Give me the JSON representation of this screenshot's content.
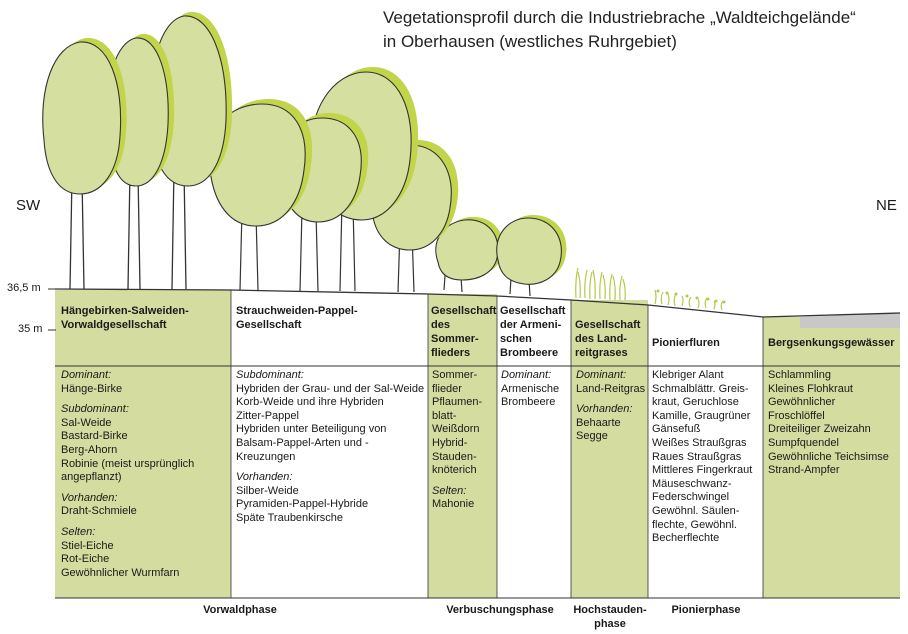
{
  "title": {
    "line1": "Vegetationsprofil durch die Industriebrache „Waldteichgelände“",
    "line2": "in Oberhausen (westliches Ruhrgebiet)"
  },
  "directions": {
    "west": "SW",
    "east": "NE"
  },
  "altitudes": {
    "upper": "36,5 m",
    "lower": "35 m"
  },
  "columns": [
    {
      "heading": "Hängebirken-Salweiden-Vorwaldgesellschaft",
      "groups": [
        {
          "label": "Dominant:",
          "species": [
            "Hänge-Birke"
          ]
        },
        {
          "label": "Subdominant:",
          "species": [
            "Sal-Weide",
            "Bastard-Birke",
            "Berg-Ahorn",
            "Robinie (meist ursprünglich angepflanzt)"
          ]
        },
        {
          "label": "Vorhanden:",
          "species": [
            "Draht-Schmiele"
          ]
        },
        {
          "label": "Selten:",
          "species": [
            "Stiel-Eiche",
            "Rot-Eiche",
            "Gewöhnlicher Wurmfarn"
          ]
        }
      ]
    },
    {
      "heading": "Strauchweiden-Pappel-Gesellschaft",
      "groups": [
        {
          "label": "Subdominant:",
          "species": [
            "Hybriden der Grau- und der Sal-Weide",
            "Korb-Weide und ihre Hybriden",
            "Zitter-Pappel",
            "Hybriden unter Beteiligung von Balsam-Pappel-Arten und -Kreuzungen"
          ]
        },
        {
          "label": "Vorhanden:",
          "species": [
            "Silber-Weide",
            "Pyramiden-Pappel-Hybride",
            "Späte Traubenkirsche"
          ]
        }
      ]
    },
    {
      "heading": "Gesellschaft des Sommer-flieders",
      "groups": [
        {
          "label": "",
          "species": [
            "Sommer-flieder",
            "Pflaumen-blatt-",
            "Weißdorn",
            "Hybrid-",
            "Stauden-",
            "knöterich"
          ]
        },
        {
          "label": "Selten:",
          "species": [
            "Mahonie"
          ]
        }
      ]
    },
    {
      "heading": "Gesellschaft der Armeni-schen Brombeere",
      "groups": [
        {
          "label": "Dominant:",
          "species": [
            "Armenische Brombeere"
          ]
        }
      ]
    },
    {
      "heading": "Gesellschaft des Land-reitgrases",
      "groups": [
        {
          "label": "Dominant:",
          "species": [
            "Land-Reitgras"
          ]
        },
        {
          "label": "Vorhanden:",
          "species": [
            "Behaarte",
            "Segge"
          ]
        }
      ]
    },
    {
      "heading": "Pionierfluren",
      "groups": [
        {
          "label": "",
          "species": [
            "Klebriger Alant",
            "Schmalblättr. Greis-",
            "kraut, Geruchlose",
            "Kamille, Graugrüner",
            "Gänsefuß",
            "Weißes Straußgras",
            "Raues Straußgras",
            "Mittleres Fingerkraut",
            "Mäuseschwanz-",
            "Federschwingel",
            "Gewöhnl. Säulen-",
            "flechte, Gewöhnl.",
            "Becherflechte"
          ]
        }
      ]
    },
    {
      "heading": "Bergsenkungsgewässer",
      "groups": [
        {
          "label": "",
          "species": [
            "Schlammling",
            "Kleines Flohkraut",
            "Gewöhnlicher",
            "Froschlöffel",
            "Dreiteiliger Zweizahn",
            "Sumpfquendel",
            "Gewöhnliche Teichsimse",
            "Strand-Ampfer"
          ]
        }
      ]
    }
  ],
  "phases": {
    "vorwald": "Vorwaldphase",
    "verbuschung": "Verbuschungsphase",
    "hochstauden": "Hochstauden-phase",
    "pionier": "Pionierphase"
  },
  "colors": {
    "band": "#d5dca0",
    "crown_fill": "#d5e0a0",
    "crown_shade": "#c2d44a",
    "outline": "#333333",
    "water": "#c8c8c8"
  }
}
